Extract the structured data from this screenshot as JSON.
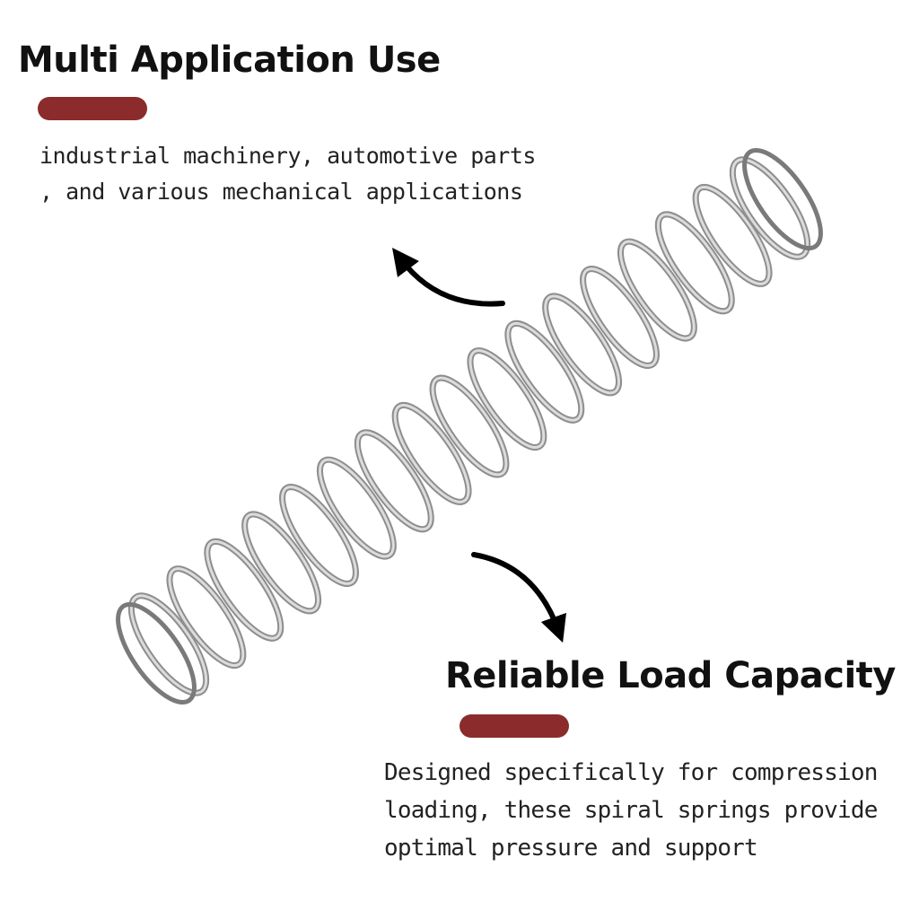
{
  "colors": {
    "accent": "#8b2b2b",
    "text": "#111111"
  },
  "sections": [
    {
      "title": "Multi Application Use",
      "lines": [
        "industrial machinery, automotive parts",
        ", and various mechanical applications"
      ]
    },
    {
      "title": "Reliable Load Capacity",
      "lines": [
        "Designed specifically for compression",
        "loading, these spiral springs provide",
        "optimal pressure and support"
      ]
    }
  ],
  "icons": [
    "curved-arrow-up-left-icon",
    "curved-arrow-down-right-icon"
  ]
}
